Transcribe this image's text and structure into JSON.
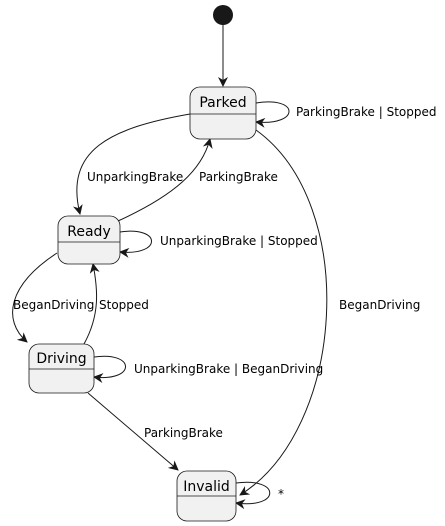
{
  "diagram": {
    "initial_state": "Parked",
    "states": {
      "parked": "Parked",
      "ready": "Ready",
      "driving": "Driving",
      "invalid": "Invalid"
    },
    "transitions": [
      {
        "from": "Parked",
        "to": "Parked",
        "label": "ParkingBrake | Stopped"
      },
      {
        "from": "Parked",
        "to": "Ready",
        "label": "UnparkingBrake"
      },
      {
        "from": "Ready",
        "to": "Parked",
        "label": "ParkingBrake"
      },
      {
        "from": "Parked",
        "to": "Invalid",
        "label": "BeganDriving"
      },
      {
        "from": "Ready",
        "to": "Ready",
        "label": "UnparkingBrake | Stopped"
      },
      {
        "from": "Ready",
        "to": "Driving",
        "label": "BeganDriving"
      },
      {
        "from": "Driving",
        "to": "Ready",
        "label": "Stopped"
      },
      {
        "from": "Driving",
        "to": "Driving",
        "label": "UnparkingBrake | BeganDriving"
      },
      {
        "from": "Driving",
        "to": "Invalid",
        "label": "ParkingBrake"
      },
      {
        "from": "Invalid",
        "to": "Invalid",
        "label": "*"
      }
    ]
  }
}
